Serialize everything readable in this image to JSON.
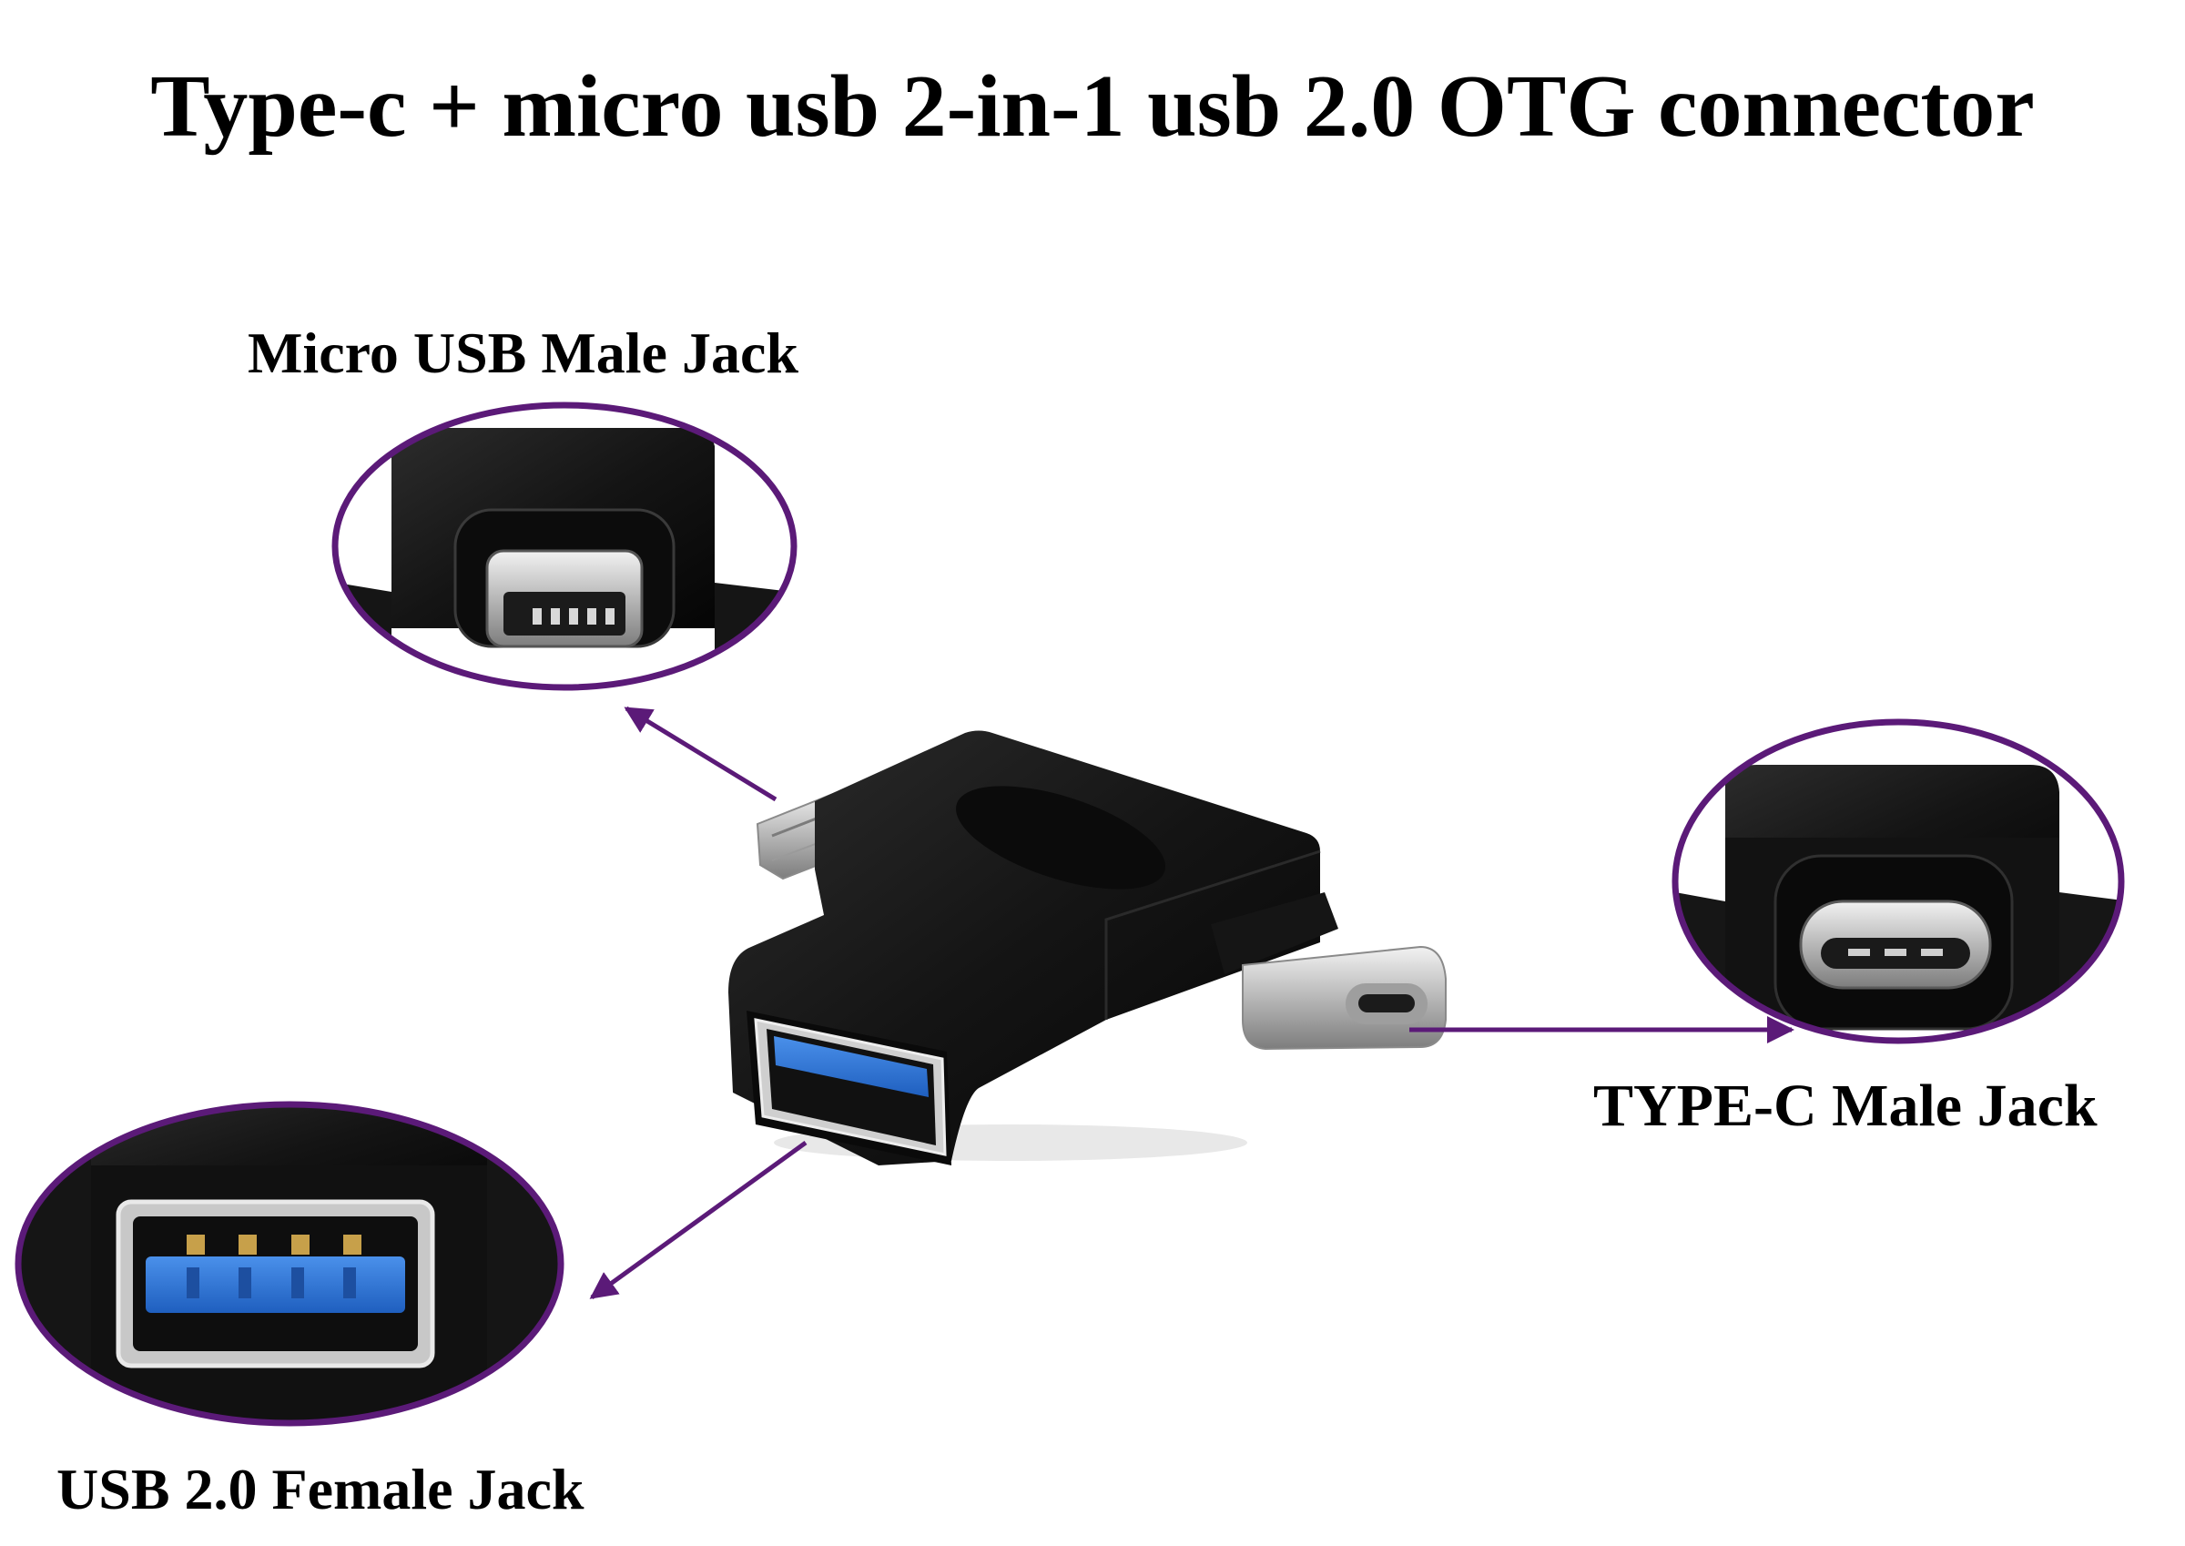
{
  "title": "Type-c + micro usb 2-in-1 usb 2.0 OTG connector",
  "labels": {
    "micro_usb": "Micro USB Male Jack",
    "type_c": "TYPE-C Male Jack",
    "usb_female": "USB 2.0 Female Jack"
  },
  "colors": {
    "ring": "#5b1a78",
    "arrow": "#5b1a78",
    "body": "#111111",
    "metal": "#c9c9c9",
    "usb_blue": "#2f78d8"
  }
}
